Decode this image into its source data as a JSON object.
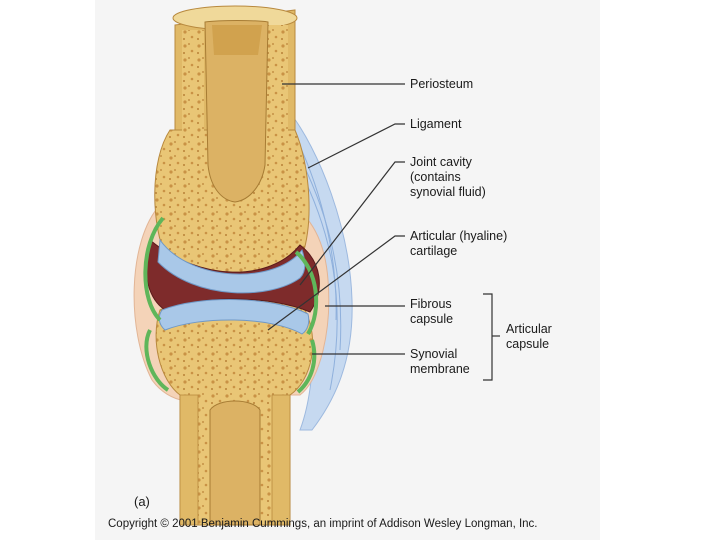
{
  "labels": {
    "periosteum": "Periosteum",
    "ligament": "Ligament",
    "joint_cavity": [
      "Joint cavity",
      "(contains",
      "synovial fluid)"
    ],
    "articular_cartilage": [
      "Articular (hyaline)",
      "cartilage"
    ],
    "fibrous_capsule": [
      "Fibrous",
      "capsule"
    ],
    "synovial_membrane": [
      "Synovial",
      "membrane"
    ],
    "articular_capsule": [
      "Articular",
      "capsule"
    ]
  },
  "panel_label": "(a)",
  "copyright": "Copyright © 2001 Benjamin Cummings, an imprint of Addison Wesley Longman, Inc.",
  "colors": {
    "bone": "#e8c877",
    "bone_dark": "#c99a45",
    "marrow": "#d8b266",
    "cartilage": "#a9c7e6",
    "cavity": "#7d2a2a",
    "capsule": "#f2cfb4",
    "synovial": "#74c46e",
    "ligament": "#bcd3ee",
    "panel_bg": "#f4f4f4"
  }
}
